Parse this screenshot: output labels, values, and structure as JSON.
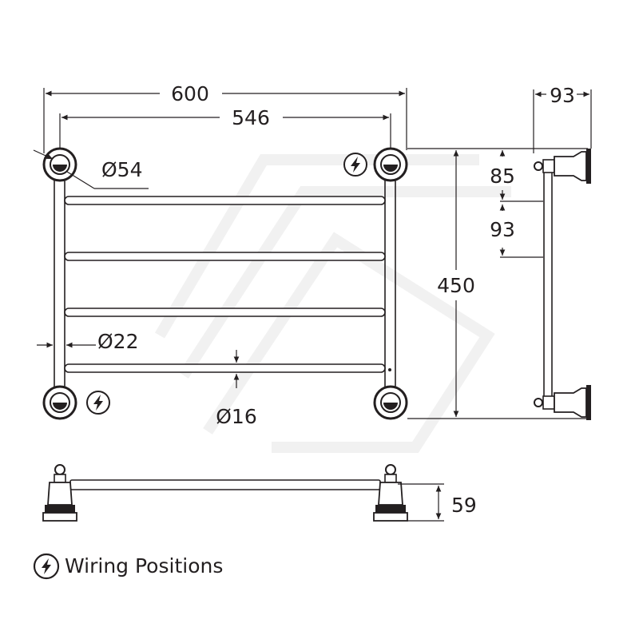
{
  "dimensions": {
    "overall_width": "600",
    "rail_span": "546",
    "bracket_diameter": "Ø54",
    "pipe_diameter": "Ø22",
    "bar_diameter": "Ø16",
    "height": "450",
    "depth": "93",
    "top_offset": "85",
    "bar_spacing": "93",
    "base_height": "59"
  },
  "legend": {
    "label": "Wiring Positions",
    "icon": "lightning-bolt-icon"
  },
  "colors": {
    "line": "#231f20",
    "watermark": "#f1f1f1"
  }
}
